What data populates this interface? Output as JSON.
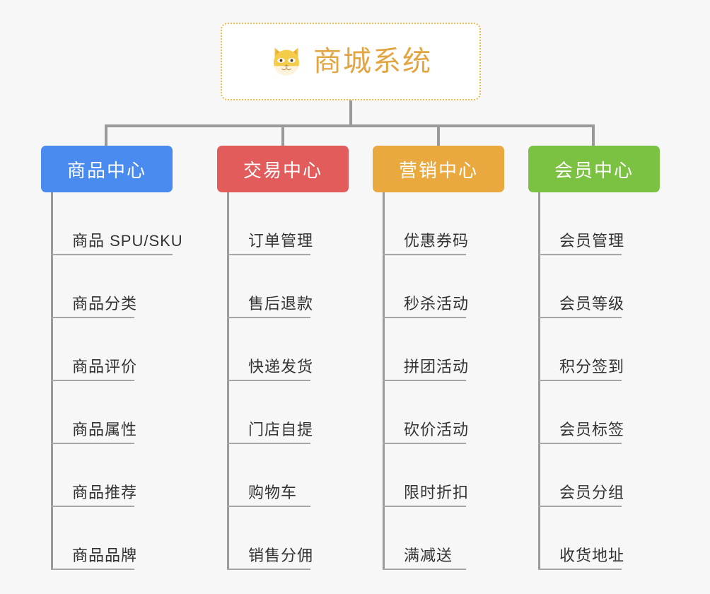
{
  "page": {
    "background_color": "#f7f7f7",
    "type": "org-chart"
  },
  "root": {
    "title": "商城系统",
    "icon": "shiba-inu-dog-emoji",
    "title_color": "#e2a541",
    "border_color": "#eeb84a",
    "background_color": "#ffffff"
  },
  "connector": {
    "color": "#9a9a9a"
  },
  "branches": [
    {
      "label": "商品中心",
      "color": "#4a8bf0",
      "items": [
        "商品 SPU/SKU",
        "商品分类",
        "商品评价",
        "商品属性",
        "商品推荐",
        "商品品牌"
      ]
    },
    {
      "label": "交易中心",
      "color": "#e35c5c",
      "items": [
        "订单管理",
        "售后退款",
        "快递发货",
        "门店自提",
        "购物车",
        "销售分佣"
      ]
    },
    {
      "label": "营销中心",
      "color": "#e9a93e",
      "items": [
        "优惠券码",
        "秒杀活动",
        "拼团活动",
        "砍价活动",
        "限时折扣",
        "满减送"
      ]
    },
    {
      "label": "会员中心",
      "color": "#7cc242",
      "items": [
        "会员管理",
        "会员等级",
        "积分签到",
        "会员标签",
        "会员分组",
        "收货地址"
      ]
    }
  ]
}
